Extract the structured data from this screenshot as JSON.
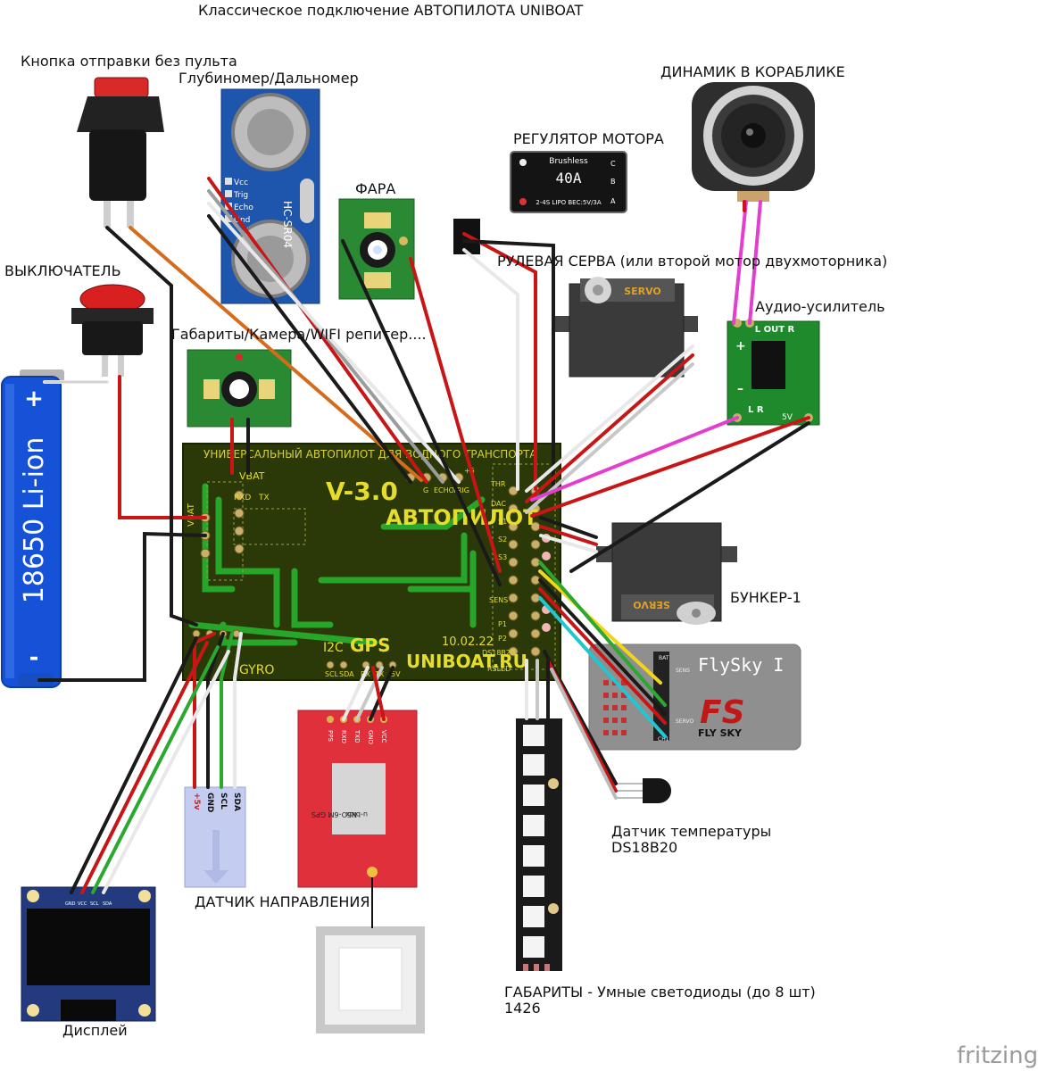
{
  "title": "Классическое подключение АВТОПИЛОТА UNIBOAT",
  "labels": {
    "send_button": "Кнопка отправки без пульта",
    "sonar": "Глубиномер/Дальномер",
    "headlight": "ФАРА",
    "motor_esc": "РЕГУЛЯТОР МОТОРА",
    "speaker": "ДИНАМИК В КОРАБЛИКЕ",
    "switch": "ВЫКЛЮЧАТЕЛЬ",
    "rudder_servo": "РУЛЕВАЯ СЕРВА (или второй мотор двухмоторника)",
    "audio_amp": "Аудио-усилитель",
    "lights_camera": "Габариты/Камера/WIFI репитер....",
    "hopper": "БУНКЕР-1",
    "temp_sensor_1": "Датчик температуры",
    "temp_sensor_2": "DS18B20",
    "compass": "ДАТЧИК НАПРАВЛЕНИЯ",
    "display": "Дисплей",
    "smart_leds_1": "ГАБАРИТЫ - Умные светодиоды (до 8 шт)",
    "smart_leds_2": "1426",
    "watermark": "fritzing"
  },
  "battery": {
    "text": "18650 Li-ion",
    "plus": "+",
    "minus": "-"
  },
  "board": {
    "header": "УНИВЕРСАЛЬНЫЙ АВТОПИЛОТ ДЛЯ ВОДНОГО ТРАНСПОРТА",
    "version": "V-3.0",
    "name": "АВТОПИЛОТ",
    "date": "10.02.22",
    "site": "UNIBOAT.RU",
    "gps": "GPS",
    "i2c": "I2C",
    "gyro": "GYRO",
    "vbat": "VBAT",
    "vbat2": "VBAT",
    "rxd": "RXD",
    "tx": "TX",
    "pins_right": [
      "THR",
      "DAC",
      "S1",
      "S2",
      "S3",
      "SENS",
      "P1",
      "P2",
      "DS18B20",
      "RSLED"
    ],
    "pins_sonar": [
      "G",
      "ECHO",
      "TRIG",
      "+5"
    ],
    "pins_i2c": [
      "SCL",
      "SDA"
    ],
    "pins_gps": [
      "RX",
      "TX",
      "5V"
    ]
  },
  "sonar": {
    "model": "HC-SR04",
    "pins": [
      "Vcc",
      "Trig",
      "Echo",
      "Gnd"
    ]
  },
  "esc": {
    "brand": "Brushless",
    "current": "40A",
    "spec": "2-4S LIPO BEC:5V/3A",
    "pins": [
      "C",
      "B",
      "A"
    ]
  },
  "servo": {
    "text": "SERVO"
  },
  "amp": {
    "top": "L OUT R",
    "bottom": "L   R",
    "plus": "+",
    "minus": "–",
    "v5": "5V"
  },
  "flysky": {
    "title": "FlySky I",
    "logo": "FS",
    "brand": "FLY SKY",
    "bat": "BAT",
    "sens": "SENS",
    "servo": "SERVO",
    "ch": "CH1"
  },
  "gps_module": {
    "pins": [
      "PPS",
      "RXD",
      "TXD",
      "GND",
      "VCC"
    ],
    "model": "NEO-6M GPS",
    "brand": "u-blox"
  },
  "compass": {
    "pins": [
      "+5v",
      "GND",
      "SCL",
      "SDA"
    ]
  },
  "oled": {
    "pins": [
      "GND",
      "VCC",
      "SCL",
      "SDA"
    ]
  }
}
